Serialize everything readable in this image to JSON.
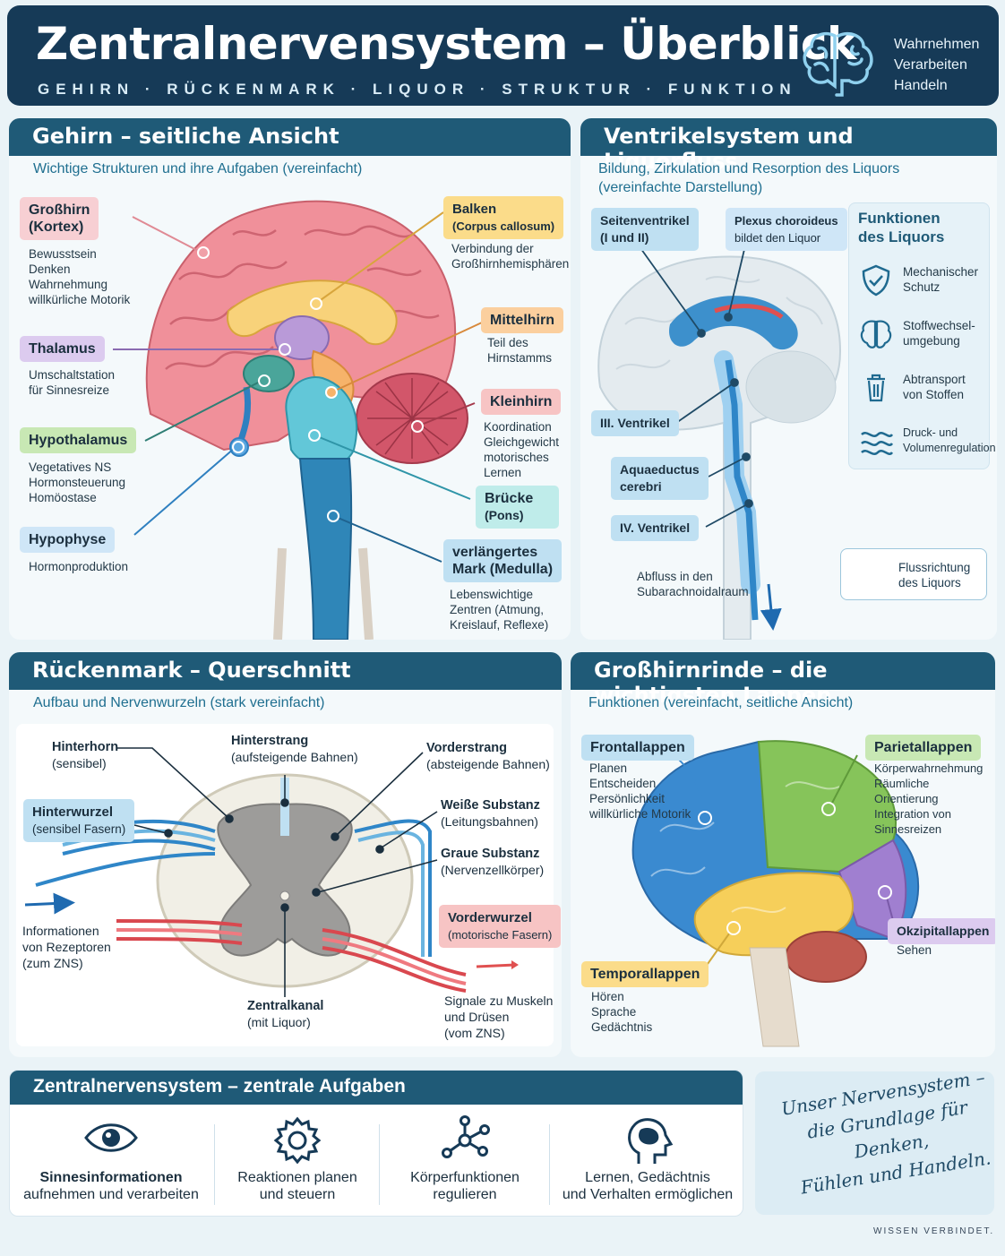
{
  "header": {
    "title": "Zentralnervensystem – Überblick",
    "subtitle": "GEHIRN · RÜCKENMARK · LIQUOR · STRUKTUR · FUNKTION",
    "tags": [
      "Wahrnehmen",
      "Verarbeiten",
      "Handeln"
    ]
  },
  "brain": {
    "title": "Gehirn – seitliche Ansicht",
    "subtitle": "Wichtige Strukturen und ihre Aufgaben (vereinfacht)",
    "grosshirn": {
      "label": "Großhirn",
      "label2": "(Kortex)",
      "desc": [
        "Bewusstsein",
        "Denken",
        "Wahrnehmung",
        "willkürliche Motorik"
      ]
    },
    "thalamus": {
      "label": "Thalamus",
      "desc": [
        "Umschaltstation",
        "für Sinnesreize"
      ]
    },
    "hypothalamus": {
      "label": "Hypothalamus",
      "desc": [
        "Vegetatives NS",
        "Hormonsteuerung",
        "Homöostase"
      ]
    },
    "hypophyse": {
      "label": "Hypophyse",
      "desc": [
        "Hormonproduktion"
      ]
    },
    "balken": {
      "label": "Balken",
      "label2": "(Corpus callosum)",
      "desc": [
        "Verbindung der",
        "Großhirnhemisphären"
      ]
    },
    "mittelhirn": {
      "label": "Mittelhirn",
      "desc": [
        "Teil des",
        "Hirnstamms"
      ]
    },
    "kleinhirn": {
      "label": "Kleinhirn",
      "desc": [
        "Koordination",
        "Gleichgewicht",
        "motorisches",
        "Lernen"
      ]
    },
    "bruecke": {
      "label": "Brücke",
      "label2": "(Pons)"
    },
    "medulla": {
      "label": "verlängertes",
      "label2": "Mark (Medulla)",
      "desc": [
        "Lebenswichtige",
        "Zentren (Atmung,",
        "Kreislauf, Reflexe)"
      ]
    }
  },
  "ventricles": {
    "title": "Ventrikelsystem und Liquorfluss",
    "subtitle": [
      "Bildung, Zirkulation und Resorption des Liquors",
      "(vereinfachte Darstellung)"
    ],
    "seiten": [
      "Seitenventrikel",
      "(I und II)"
    ],
    "plexus": [
      "Plexus choroideus",
      "bildet den Liquor"
    ],
    "v3": "III. Ventrikel",
    "aquaeductus": [
      "Aquaeductus",
      "cerebri"
    ],
    "v4": "IV. Ventrikel",
    "abfluss": [
      "Abfluss in den",
      "Subarachnoidalraum"
    ],
    "functions_title": [
      "Funktionen",
      "des Liquors"
    ],
    "functions": [
      {
        "icon": "shield-icon",
        "text": [
          "Mechanischer",
          "Schutz"
        ]
      },
      {
        "icon": "brain-icon",
        "text": [
          "Stoffwechsel-",
          "umgebung"
        ]
      },
      {
        "icon": "trash-icon",
        "text": [
          "Abtransport",
          "von Stoffen"
        ]
      },
      {
        "icon": "waves-icon",
        "text": [
          "Druck- und",
          "Volumenregulation"
        ]
      }
    ],
    "legend": [
      "Flussrichtung",
      "des Liquors"
    ]
  },
  "spinal": {
    "title": "Rückenmark – Querschnitt",
    "subtitle": "Aufbau und Nervenwurzeln (stark vereinfacht)",
    "hinterhorn": [
      "Hinterhorn",
      "(sensibel)"
    ],
    "hinterstrang": [
      "Hinterstrang",
      "(aufsteigende Bahnen)"
    ],
    "vorderstrang": [
      "Vorderstrang",
      "(absteigende Bahnen)"
    ],
    "hinterwurzel": [
      "Hinterwurzel",
      "(sensibel Fasern)"
    ],
    "weisse": [
      "Weiße Substanz",
      "(Leitungsbahnen)"
    ],
    "graue": [
      "Graue Substanz",
      "(Nervenzellkörper)"
    ],
    "vorderwurzel": [
      "Vorderwurzel",
      "(motorische Fasern)"
    ],
    "info": [
      "Informationen",
      "von Rezeptoren",
      "(zum ZNS)"
    ],
    "zentralkanal": [
      "Zentralkanal",
      "(mit Liquor)"
    ],
    "signale": [
      "Signale zu Muskeln",
      "und Drüsen",
      "(vom ZNS)"
    ]
  },
  "lobes": {
    "title": "Großhirnrinde – die wichtigsten Lappen",
    "subtitle": "Funktionen (vereinfacht, seitliche Ansicht)",
    "frontal": {
      "label": "Frontallappen",
      "desc": [
        "Planen",
        "Entscheiden",
        "Persönlichkeit",
        "willkürliche Motorik"
      ]
    },
    "parietal": {
      "label": "Parietallappen",
      "desc": [
        "Körperwahrnehmung",
        "Räumliche Orientierung",
        "Integration von",
        "Sinnesreizen"
      ]
    },
    "okzipital": {
      "label": "Okzipitallappen",
      "desc": [
        "Sehen"
      ]
    },
    "temporal": {
      "label": "Temporallappen",
      "desc": [
        "Hören",
        "Sprache",
        "Gedächtnis"
      ]
    }
  },
  "tasks": {
    "title": "Zentralnervensystem – zentrale Aufgaben",
    "items": [
      {
        "icon": "eye-icon",
        "text": [
          "Sinnesinformationen",
          "aufnehmen und verarbeiten"
        ]
      },
      {
        "icon": "gear-icon",
        "text": [
          "Reaktionen planen",
          "und steuern"
        ]
      },
      {
        "icon": "network-icon",
        "text": [
          "Körperfunktionen",
          "regulieren"
        ]
      },
      {
        "icon": "head-brain-icon",
        "text": [
          "Lernen, Gedächtnis",
          "und Verhalten ermöglichen"
        ]
      }
    ]
  },
  "quote": [
    "Unser Nervensystem –",
    "die Grundlage für Denken,",
    "Fühlen und Handeln."
  ],
  "footer": "WISSEN VERBINDET."
}
